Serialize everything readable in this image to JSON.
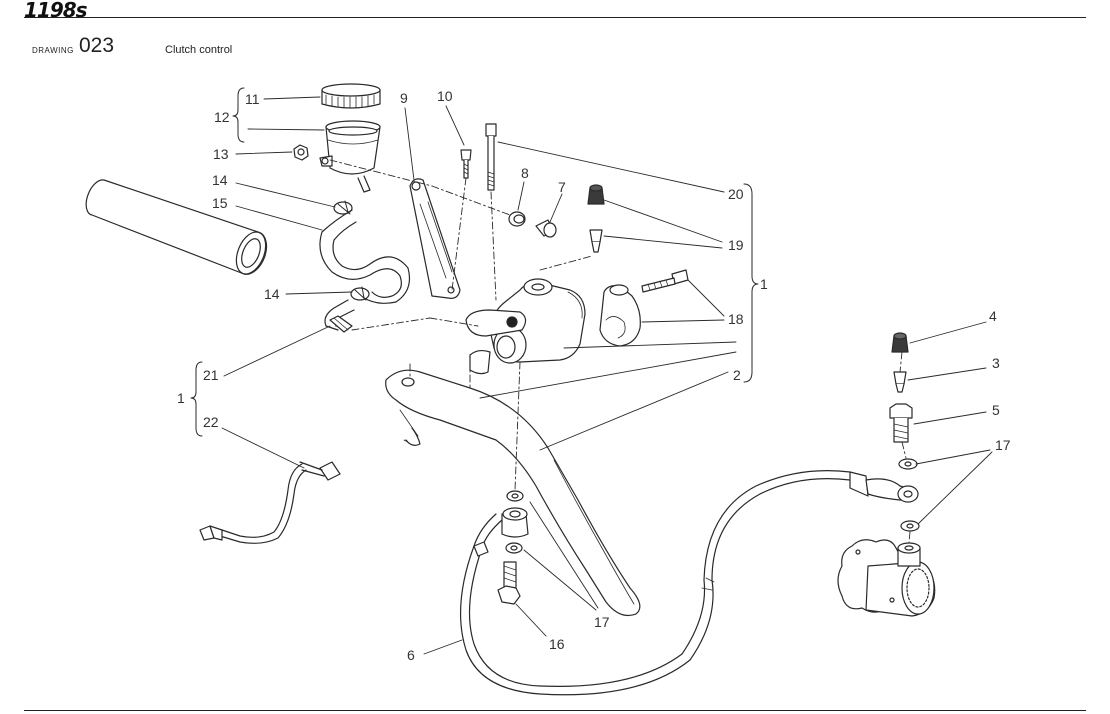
{
  "header": {
    "brand_logo": "1198s",
    "drawing_label": "DRAWING",
    "drawing_number": "023",
    "title": "Clutch control"
  },
  "callouts": {
    "c11": "11",
    "c12": "12",
    "c13": "13",
    "c14a": "14",
    "c15": "15",
    "c14b": "14",
    "c9": "9",
    "c10": "10",
    "c8": "8",
    "c7": "7",
    "c20": "20",
    "c19": "19",
    "c1a": "1",
    "c18": "18",
    "c2": "2",
    "c21": "21",
    "c1b": "1",
    "c22": "22",
    "c4": "4",
    "c3": "3",
    "c5": "5",
    "c17a": "17",
    "c17b": "17",
    "c16": "16",
    "c6": "6"
  },
  "colors": {
    "line": "#2a2a2a",
    "hatch": "#555555",
    "dark_part": "#3a3a3a"
  }
}
